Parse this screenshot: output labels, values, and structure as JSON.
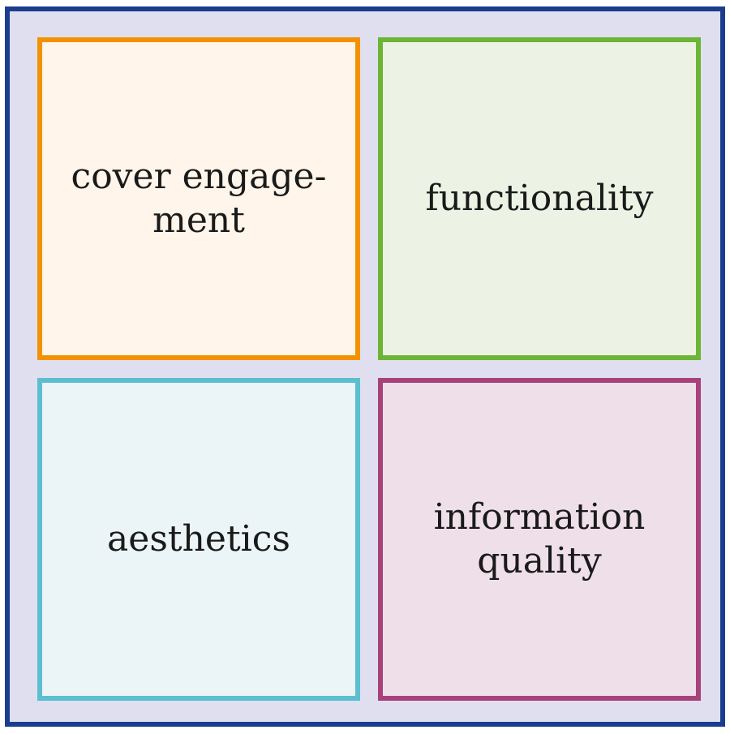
{
  "diagram": {
    "boxes": [
      {
        "label_line1": "cover engage-",
        "label_line2": "ment",
        "border_color": "#f39200",
        "fill_color": "#fff5ea"
      },
      {
        "label_line1": "functionality",
        "label_line2": "",
        "border_color": "#6cb535",
        "fill_color": "#edf3e4"
      },
      {
        "label_line1": "aesthetics",
        "label_line2": "",
        "border_color": "#5bbfcf",
        "fill_color": "#ebf4f7"
      },
      {
        "label_line1": "information",
        "label_line2": "quality",
        "border_color": "#a8417a",
        "fill_color": "#eedfe8"
      }
    ]
  }
}
